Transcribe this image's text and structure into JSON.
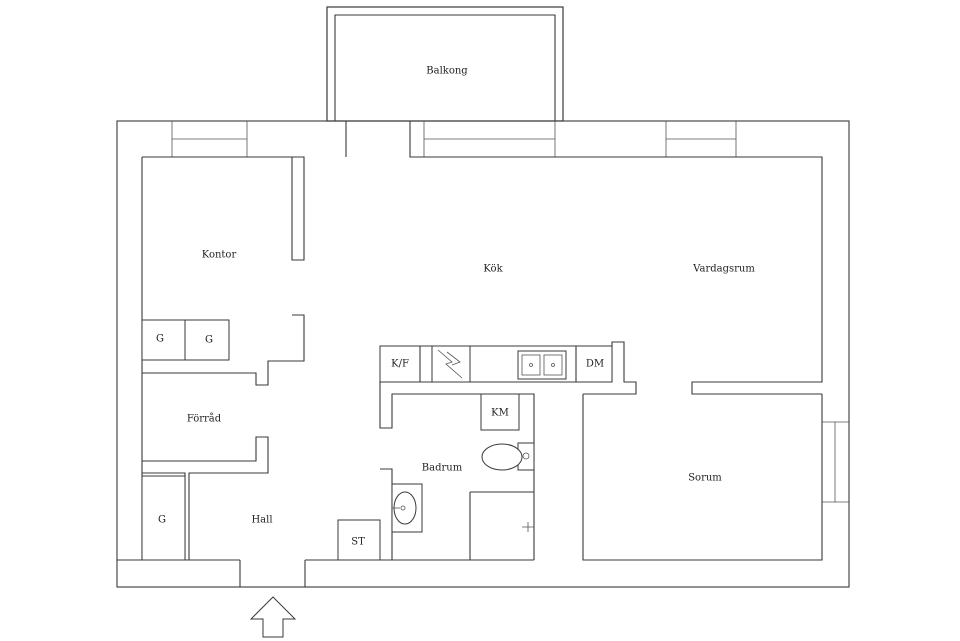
{
  "rooms": {
    "balkong": "Balkong",
    "kontor": "Kontor",
    "kok": "Kök",
    "vardagsrum": "Vardagsrum",
    "forrad": "Förråd",
    "hall": "Hall",
    "badrum": "Badrum",
    "sorum": "Sorum"
  },
  "fixtures": {
    "garderob": "G",
    "kyl_frys": "K/F",
    "diskmaskin": "DM",
    "tvattmaskin": "KM",
    "stadskap": "ST"
  }
}
